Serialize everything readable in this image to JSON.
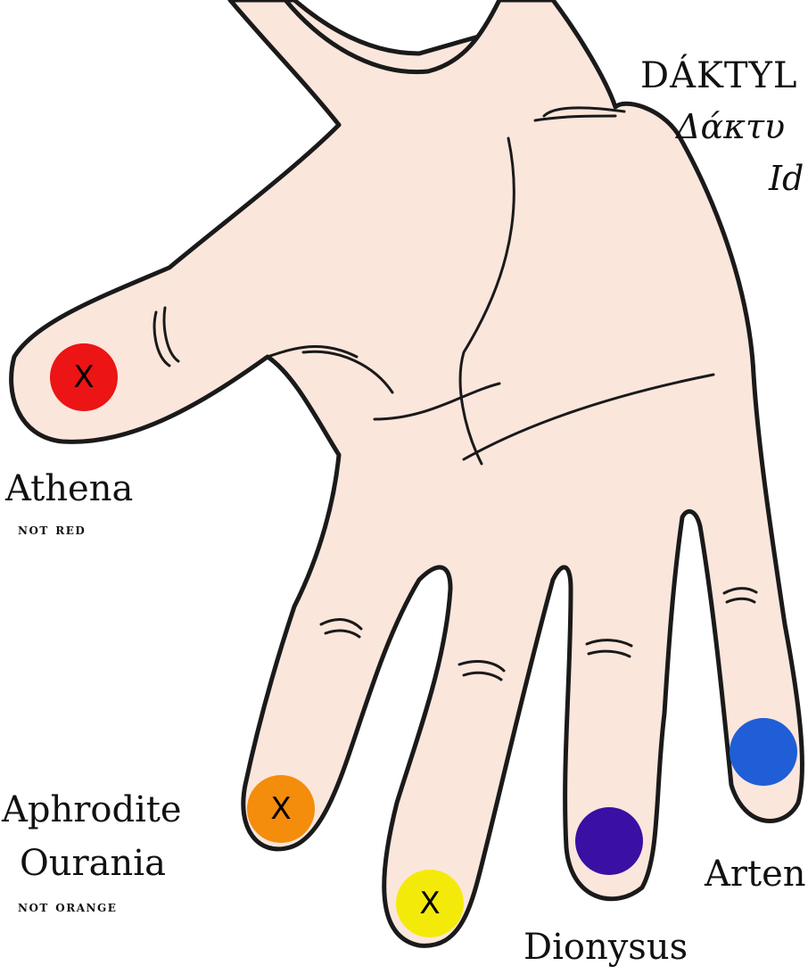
{
  "title": {
    "line1": "DÁKTYL",
    "line2": "Δάκτυ",
    "line3": "Id"
  },
  "fingers": [
    {
      "id": "thumb",
      "name_lines": [
        "Athena"
      ],
      "note": "NOT RED",
      "dot_color": "#ec1414",
      "mark": "X"
    },
    {
      "id": "index",
      "name_lines": [
        "Aphrodite",
        "Ourania"
      ],
      "note": "NOT ORANGE",
      "dot_color": "#f48c0c",
      "mark": "X"
    },
    {
      "id": "middle",
      "name_lines": [],
      "note": "",
      "dot_color": "#f4ea0a",
      "mark": "X"
    },
    {
      "id": "ring",
      "name_lines": [
        "Dionysus"
      ],
      "note": "",
      "dot_color": "#3a0fa3",
      "mark": ""
    },
    {
      "id": "little",
      "name_lines": [
        "Arten"
      ],
      "note": "",
      "dot_color": "#1f5ed6",
      "mark": ""
    }
  ],
  "colors": {
    "skin": "#fbe6dc",
    "shadow": "#d9bbb0",
    "outline": "#1a1a1a"
  }
}
